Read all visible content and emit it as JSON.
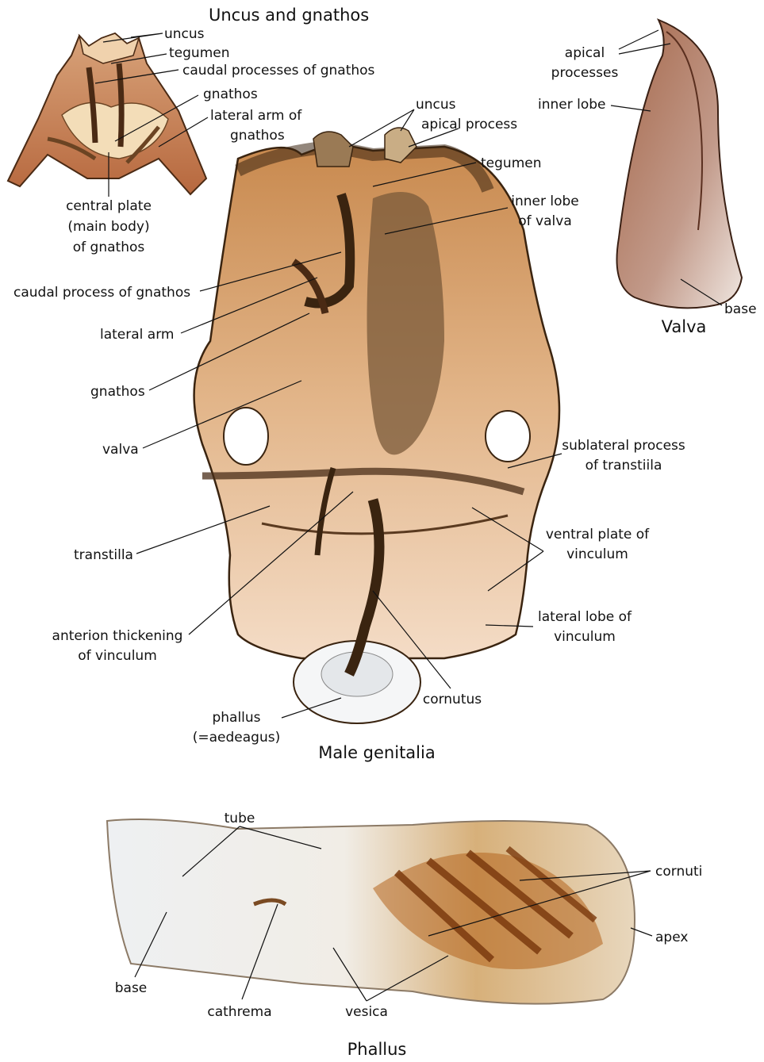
{
  "panels": {
    "uncus_gnathos": {
      "title": "Uncus and gnathos",
      "labels": {
        "uncus": "uncus",
        "tegumen": "tegumen",
        "caudal_processes": "caudal processes of gnathos",
        "gnathos": "gnathos",
        "lateral_arm_1": "lateral arm of",
        "lateral_arm_2": "gnathos",
        "central_plate_1": "central plate",
        "central_plate_2": "(main body)",
        "central_plate_3": "of gnathos"
      }
    },
    "valva": {
      "title": "Valva",
      "labels": {
        "apical_1": "apical",
        "apical_2": "processes",
        "inner_lobe": "inner lobe",
        "base": "base"
      }
    },
    "male_genitalia": {
      "title": "Male genitalia",
      "labels": {
        "uncus": "uncus",
        "apical_process": "apical process",
        "tegumen": "tegumen",
        "inner_lobe_1": "inner lobe",
        "inner_lobe_2": "of valva",
        "caudal_process": "caudal process of gnathos",
        "lateral_arm": "lateral arm",
        "gnathos": "gnathos",
        "valva": "valva",
        "sublateral_1": "sublateral process",
        "sublateral_2": "of transtiila",
        "transtilla": "transtilla",
        "ventral_plate_1": "ventral plate of",
        "ventral_plate_2": "vinculum",
        "lateral_lobe_1": "lateral lobe of",
        "lateral_lobe_2": "vinculum",
        "anterion_1": "anterion thickening",
        "anterion_2": "of vinculum",
        "cornutus": "cornutus",
        "phallus_1": "phallus",
        "phallus_2": "(=aedeagus)"
      }
    },
    "phallus": {
      "title": "Phallus",
      "labels": {
        "tube": "tube",
        "cornuti": "cornuti",
        "apex": "apex",
        "base": "base",
        "cathrema": "cathrema",
        "vesica": "vesica"
      }
    }
  },
  "colors": {
    "dark_brown": "#5a3a1c",
    "mid_brown": "#9a6a3a",
    "light_tan": "#e8c9a6",
    "pale": "#f6e8da",
    "phallus_orange": "#b5651d"
  }
}
